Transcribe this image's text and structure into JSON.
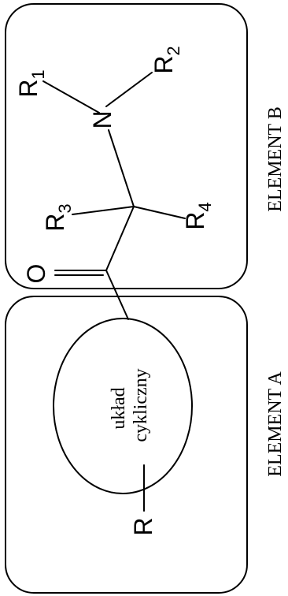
{
  "element_a_label": "ELEMENT A",
  "element_b_label": "ELEMENT B",
  "ring_text_line1": "układ",
  "ring_text_line2": "cykliczny",
  "atom_r": "R",
  "atom_o": "O",
  "atom_n": "N",
  "r1": {
    "letter": "R",
    "sub": "1"
  },
  "r2": {
    "letter": "R",
    "sub": "2"
  },
  "r3": {
    "letter": "R",
    "sub": "3"
  },
  "r4": {
    "letter": "R",
    "sub": "4"
  }
}
